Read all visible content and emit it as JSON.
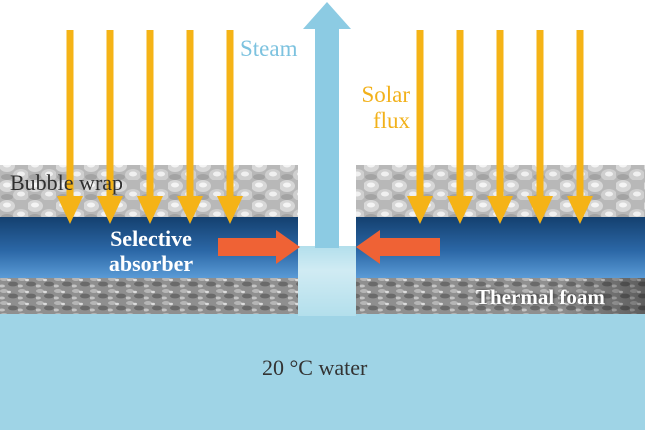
{
  "labels": {
    "steam": "Steam",
    "solar": "Solar flux",
    "bubble_wrap": "Bubble wrap",
    "absorber": "Selective absorber",
    "thermal_foam": "Thermal foam",
    "water": "20 °C water"
  },
  "colors": {
    "water": "#9fd4e6",
    "steam": "#8ccbe3",
    "solar_arrow": "#f5b316",
    "absorber_dark": "#1d4f86",
    "absorber_light": "#4f8fcc",
    "heat_arrow": "#ef6235",
    "bubble_wrap": "#b5b5b5",
    "foam": "#8a8a8a"
  },
  "icons": {
    "solar_arrows": "arrow-down-icon",
    "steam_arrow": "arrow-up-icon",
    "heat_arrows": "arrow-horizontal-icon"
  }
}
